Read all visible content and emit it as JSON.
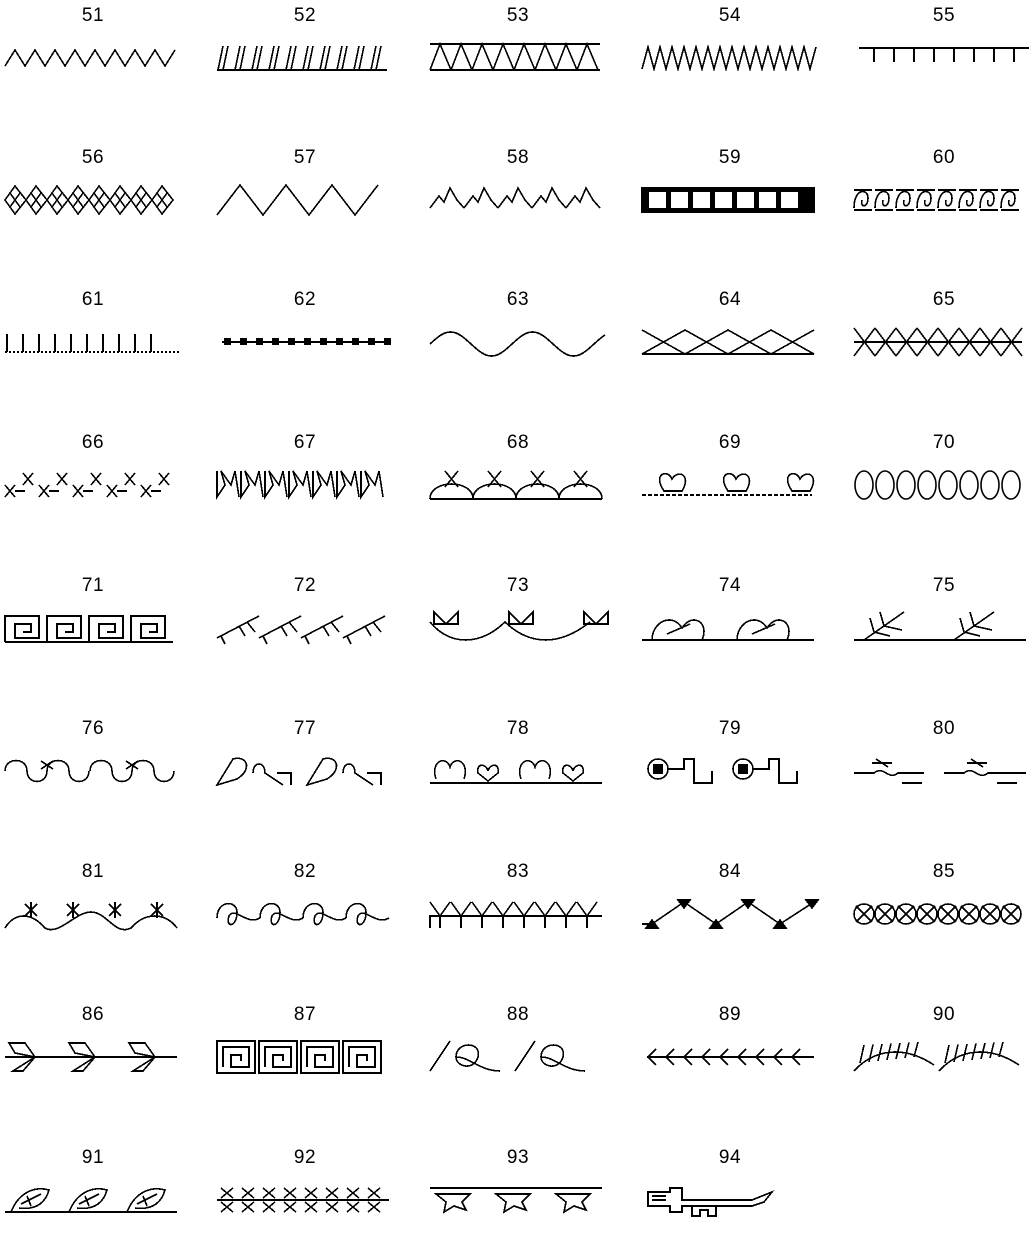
{
  "stitches": [
    {
      "number": "51",
      "shape": "zigzag-fine-icon"
    },
    {
      "number": "52",
      "shape": "slanted-bars-icon"
    },
    {
      "number": "53",
      "shape": "triangle-band-icon"
    },
    {
      "number": "54",
      "shape": "dense-zigzag-icon"
    },
    {
      "number": "55",
      "shape": "blanket-top-icon"
    },
    {
      "number": "56",
      "shape": "diamond-lattice-icon"
    },
    {
      "number": "57",
      "shape": "wide-zigzag-icon"
    },
    {
      "number": "58",
      "shape": "peaks-icon"
    },
    {
      "number": "59",
      "shape": "ladder-icon"
    },
    {
      "number": "60",
      "shape": "scroll-band-icon"
    },
    {
      "number": "61",
      "shape": "blanket-bottom-icon"
    },
    {
      "number": "62",
      "shape": "beaded-line-icon"
    },
    {
      "number": "63",
      "shape": "wave-icon"
    },
    {
      "number": "64",
      "shape": "triangle-lattice-icon"
    },
    {
      "number": "65",
      "shape": "double-cross-band-icon"
    },
    {
      "number": "66",
      "shape": "feather-x-icon"
    },
    {
      "number": "67",
      "shape": "weave-icon"
    },
    {
      "number": "68",
      "shape": "scallop-cross-icon"
    },
    {
      "number": "69",
      "shape": "clover-line-icon"
    },
    {
      "number": "70",
      "shape": "oval-chain-icon"
    },
    {
      "number": "71",
      "shape": "square-spiral-icon"
    },
    {
      "number": "72",
      "shape": "arrow-leaf-icon"
    },
    {
      "number": "73",
      "shape": "bow-garland-icon"
    },
    {
      "number": "74",
      "shape": "flower-vine-icon"
    },
    {
      "number": "75",
      "shape": "branch-icon"
    },
    {
      "number": "76",
      "shape": "curl-scroll-icon"
    },
    {
      "number": "77",
      "shape": "leaf-heart-icon"
    },
    {
      "number": "78",
      "shape": "clover-heart-icon"
    },
    {
      "number": "79",
      "shape": "flower-bud-icon"
    },
    {
      "number": "80",
      "shape": "squiggle-line-icon"
    },
    {
      "number": "81",
      "shape": "star-garland-icon"
    },
    {
      "number": "82",
      "shape": "loop-wave-icon"
    },
    {
      "number": "83",
      "shape": "y-fork-icon"
    },
    {
      "number": "84",
      "shape": "arrow-zigzag-icon"
    },
    {
      "number": "85",
      "shape": "cross-chain-icon"
    },
    {
      "number": "86",
      "shape": "leaf-vine-icon"
    },
    {
      "number": "87",
      "shape": "greek-key-icon"
    },
    {
      "number": "88",
      "shape": "heart-swirl-icon"
    },
    {
      "number": "89",
      "shape": "arrow-line-icon"
    },
    {
      "number": "90",
      "shape": "feather-plume-icon"
    },
    {
      "number": "91",
      "shape": "leafy-vine-icon"
    },
    {
      "number": "92",
      "shape": "snowflake-band-icon"
    },
    {
      "number": "93",
      "shape": "ornament-band-icon"
    },
    {
      "number": "94",
      "shape": "crocodile-icon"
    }
  ]
}
